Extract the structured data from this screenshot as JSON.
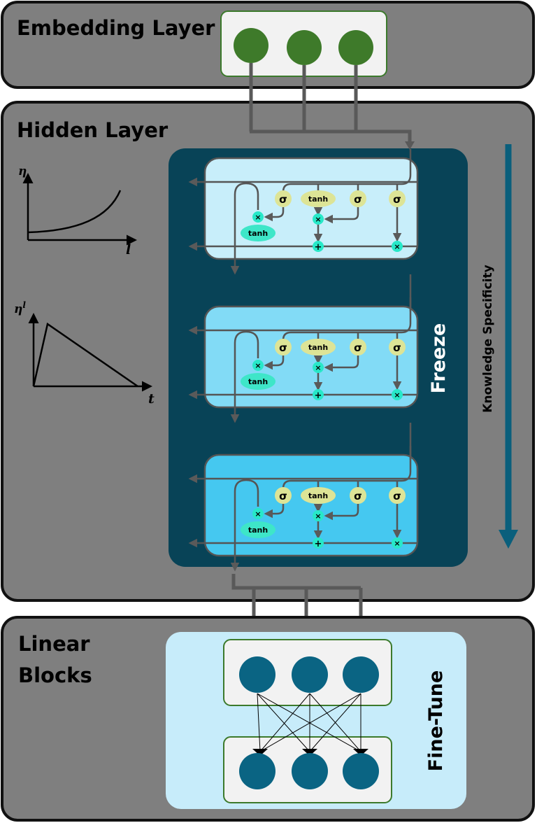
{
  "sections": {
    "embedding": {
      "title": "Embedding Layer"
    },
    "hidden": {
      "title": "Hidden Layer"
    },
    "linear": {
      "title_line1": "Linear",
      "title_line2": "Blocks"
    }
  },
  "labels": {
    "freeze": "Freeze",
    "knowledge": "Knowledge Specificity",
    "finetune": "Fine-Tune"
  },
  "plots": {
    "top": {
      "y_label": "η",
      "x_label": "l"
    },
    "bottom": {
      "y_label": "η",
      "y_label_sup": "l",
      "x_label": "t"
    }
  },
  "lstm_cell": {
    "sigma": "σ",
    "tanh": "tanh",
    "times": "×",
    "plus": "+"
  },
  "colors": {
    "section_bg": "#7f7f7f",
    "freeze_bg": "#084357",
    "cell1": "#c8eefa",
    "cell2": "#82dbf6",
    "cell3": "#45c8f0",
    "embedding_node": "#3e7a2a",
    "linear_node": "#0a6483",
    "finetune_bg": "#c7ecfa",
    "gate_yellow": "#dde496",
    "op_cyan": "#27e8c8",
    "tanh_cyan": "#3ee6c8"
  }
}
